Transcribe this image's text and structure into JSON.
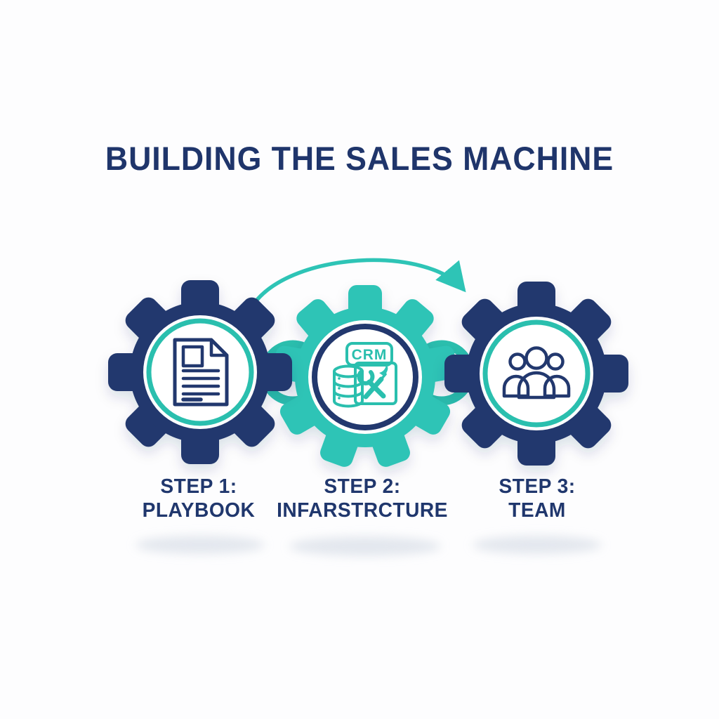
{
  "title": "BUILDING THE SALES MACHINE",
  "steps": [
    {
      "line1": "STEP 1:",
      "line2": "PLAYBOOK",
      "icon": "document-icon",
      "gear_color": "#24396e",
      "ring_color": "#2bbfae"
    },
    {
      "line1": "STEP 2:",
      "line2": "INFARSTRCTURE",
      "icon": "crm-tools-icon",
      "gear_color": "#2ec4b6",
      "ring_color": "#24396e"
    },
    {
      "line1": "STEP 3:",
      "line2": "TEAM",
      "icon": "team-icon",
      "gear_color": "#24396e",
      "ring_color": "#2bbfae"
    }
  ],
  "crm_badge": "CRM",
  "colors": {
    "navy": "#24396e",
    "teal": "#2ec4b6",
    "title_text": "#1f356b",
    "background": "#fdfdfe",
    "soft_shadow": "#dde2ea"
  }
}
